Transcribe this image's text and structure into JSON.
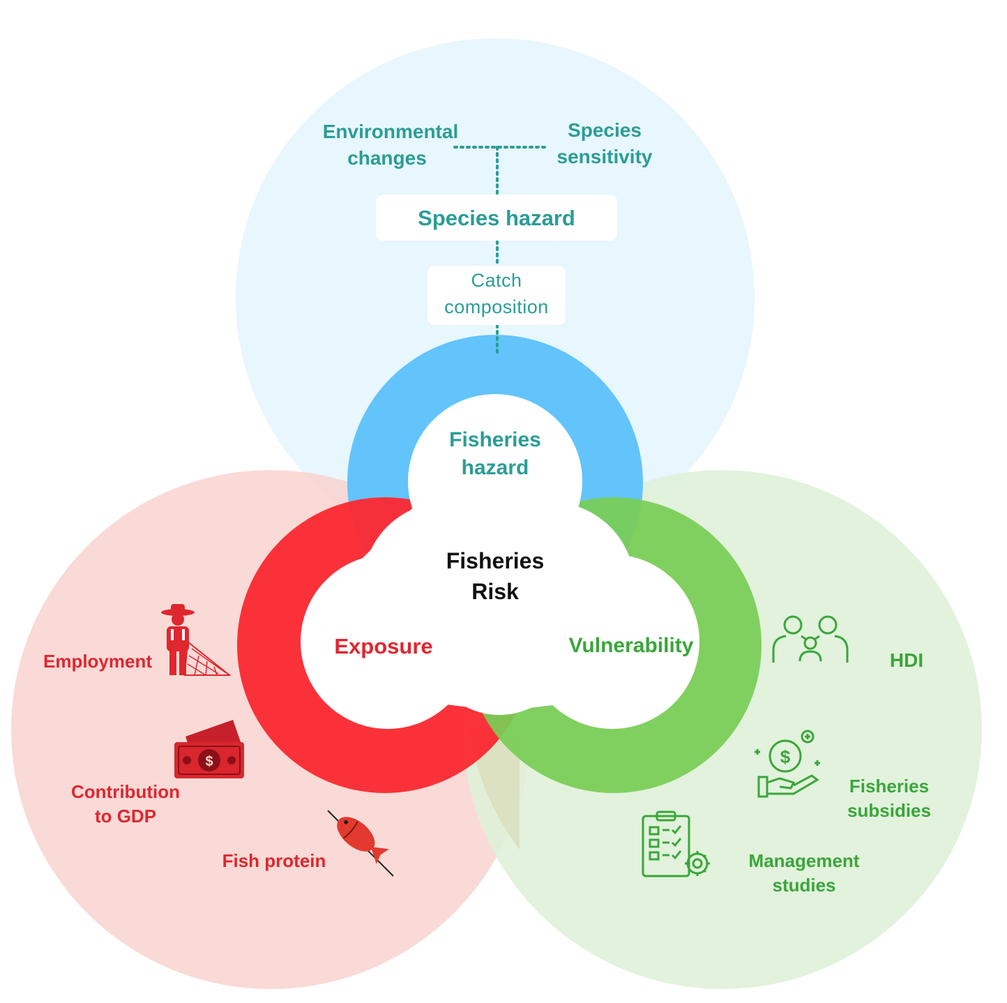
{
  "colors": {
    "hazard_bg": "#e8f6fd",
    "exposure_bg": "#f8d4cf",
    "vulnerability_bg": "#dff1d8",
    "hazard_ring": "#62c4fb",
    "exposure_ring": "#fb2b34",
    "vulnerability_ring": "#86d467",
    "teal_text": "#2a9d96",
    "red_text": "#e0262f",
    "green_text": "#3aa63a"
  },
  "center": {
    "line1": "Fisheries",
    "line2": "Risk"
  },
  "hazard": {
    "env_line1": "Environmental",
    "env_line2": "changes",
    "sens_line1": "Species",
    "sens_line2": "sensitivity",
    "species_hazard": "Species hazard",
    "catch_line1": "Catch",
    "catch_line2": "composition",
    "fish_line1": "Fisheries",
    "fish_line2": "hazard"
  },
  "exposure": {
    "label": "Exposure",
    "employment": "Employment",
    "gdp_line1": "Contribution",
    "gdp_line2": "to GDP",
    "protein": "Fish protein"
  },
  "vulnerability": {
    "label": "Vulnerability",
    "hdi": "HDI",
    "subsidies_line1": "Fisheries",
    "subsidies_line2": "subsidies",
    "management_line1": "Management",
    "management_line2": "studies"
  },
  "icons": [
    "fisherman-icon",
    "money-icon",
    "fish-skewer-icon",
    "people-icon",
    "hand-coin-icon",
    "clipboard-gear-icon"
  ]
}
